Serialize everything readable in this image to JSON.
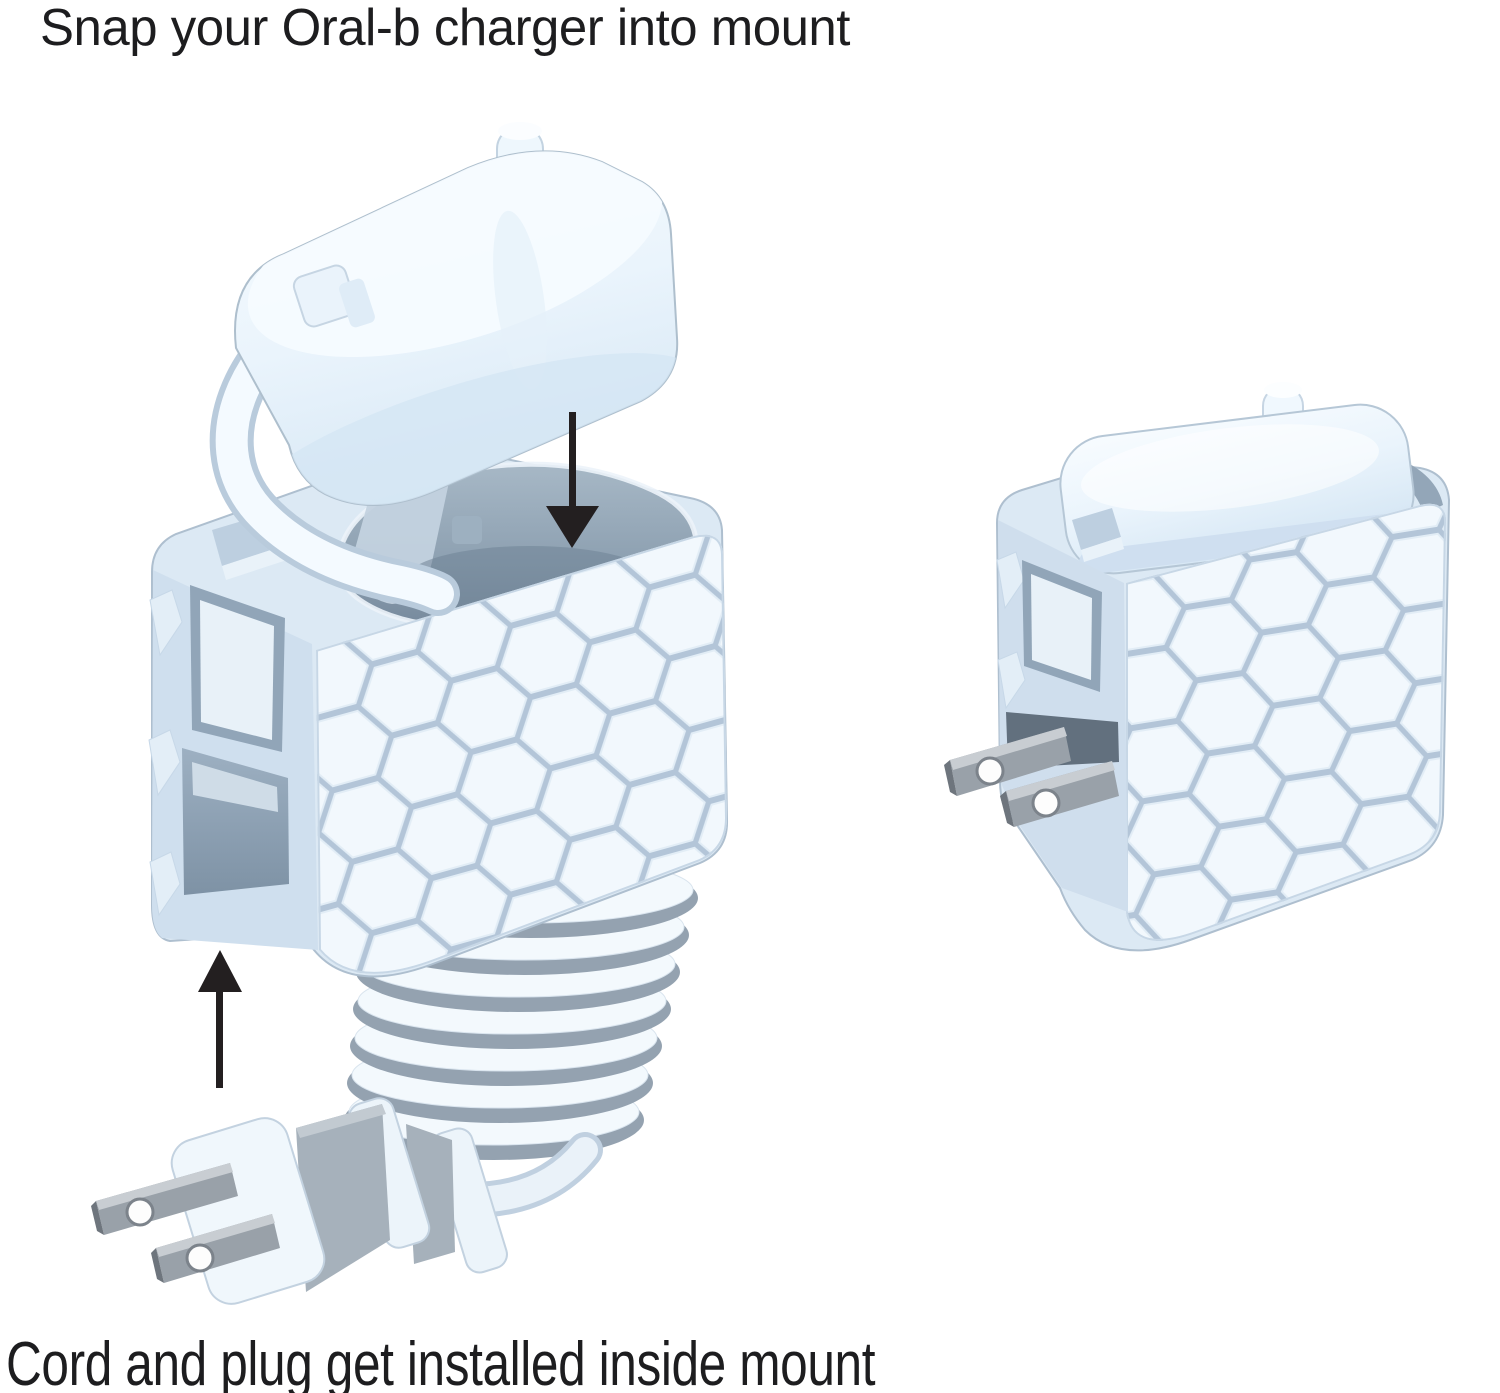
{
  "instructions": {
    "top_caption": "Snap your Oral-b charger into mount",
    "bottom_caption": "Cord and plug get installed inside mount"
  },
  "annotations": {
    "insert_arrow": {
      "icon": "arrow-down-icon",
      "meaning": "snap charger down into mount"
    },
    "install_arrow": {
      "icon": "arrow-up-icon",
      "meaning": "cord and plug go up inside mount"
    }
  },
  "colors": {
    "background": "#ffffff",
    "text": "#1d1d1f",
    "arrow": "#231f20",
    "product_light": "#f2f9fe",
    "product_mid": "#dce9f4",
    "product_shade": "#cfdfee",
    "honeycomb_gap": "#b3c5d8",
    "interior_dark": "#8397a9",
    "metal_prong": "#99a1a9"
  }
}
